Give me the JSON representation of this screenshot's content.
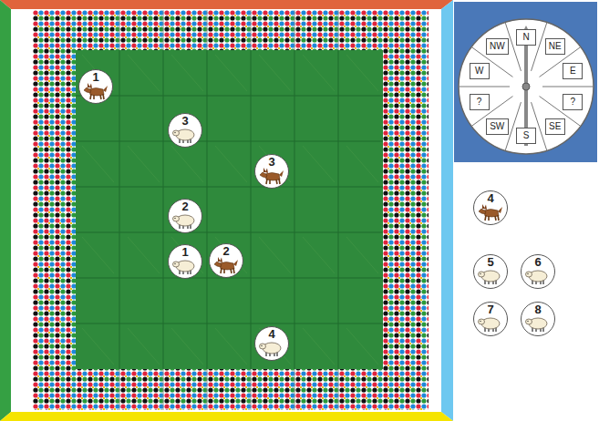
{
  "diagram": {
    "nodes": [
      {
        "text": [
          "1"
        ]
      },
      {
        "text": [
          "3"
        ]
      },
      {
        "text": [
          "3"
        ]
      },
      {
        "text": [
          "2"
        ]
      },
      {
        "text": [
          "1"
        ]
      },
      {
        "text": [
          "2"
        ]
      },
      {
        "text": [
          "4"
        ]
      },
      {
        "text": [
          "N"
        ]
      },
      {
        "text": [
          "NE"
        ]
      },
      {
        "text": [
          "E"
        ]
      },
      {
        "text": [
          "?"
        ]
      },
      {
        "text": [
          "SE"
        ]
      },
      {
        "text": [
          "S"
        ]
      },
      {
        "text": [
          "SW"
        ]
      },
      {
        "text": [
          "?"
        ]
      },
      {
        "text": [
          "W"
        ]
      },
      {
        "text": [
          "NW"
        ]
      },
      {
        "text": [
          "4"
        ]
      },
      {
        "text": [
          "5"
        ]
      },
      {
        "text": [
          "6"
        ]
      },
      {
        "text": [
          "7"
        ]
      },
      {
        "text": [
          "8"
        ]
      }
    ]
  }
}
